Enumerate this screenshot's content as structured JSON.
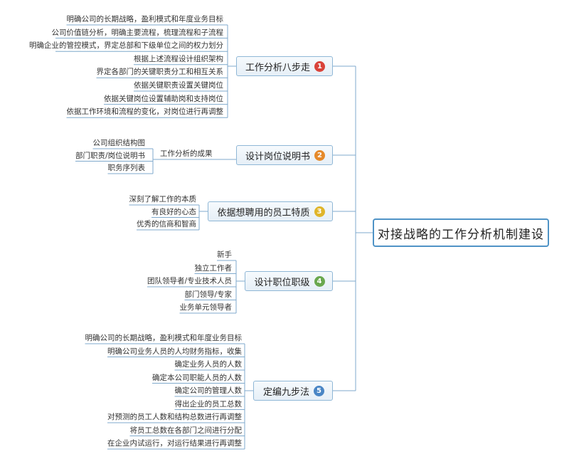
{
  "root": "对接战略的工作分析机制建设",
  "branches": [
    {
      "label": "工作分析八步走",
      "badge": "1",
      "color": "#d9433a",
      "leaves": [
        "明确公司的长期战略，盈利模式和年度业务目标",
        "公司价值链分析，明确主要流程，梳理流程和子流程",
        "明确企业的管控模式，界定总部和下级单位之间的权力划分",
        "根据上述流程设计组织架构",
        "界定各部门的关键职责分工和相互关系",
        "依据关键职责设置关键岗位",
        "依据关键岗位设置辅助岗和支持岗位",
        "依据工作环境和流程的变化，对岗位进行再调整"
      ]
    },
    {
      "label": "设计岗位说明书",
      "badge": "2",
      "color": "#e58a2b",
      "mid": "工作分析的成果",
      "leaves": [
        "公司组织结构图",
        "部门职责/岗位说明书",
        "职务序列表"
      ]
    },
    {
      "label": "依据想聘用的员工特质",
      "badge": "3",
      "color": "#e0b52a",
      "leaves": [
        "深刻了解工作的本质",
        "有良好的心态",
        "优秀的信商和智商"
      ]
    },
    {
      "label": "设计职位职级",
      "badge": "4",
      "color": "#6aa84f",
      "leaves": [
        "新手",
        "独立工作者",
        "团队领导者/专业技术人员",
        "部门领导/专家",
        "业务单元领导者"
      ]
    },
    {
      "label": "定编九步法",
      "badge": "5",
      "color": "#4a86c5",
      "leaves": [
        "明确公司的长期战略，盈利模式和年度业务目标",
        "明确公司业务人员的人均财务指标，收集",
        "确定业务人员的人数",
        "确定本公司职能人员的人数",
        "确定公司的管理人数",
        "得出企业的员工总数",
        "对预测的员工人数和结构总数进行再调整",
        "将员工总数在各部门之间进行分配",
        "在企业内试运行，对运行结果进行再调整"
      ]
    }
  ]
}
